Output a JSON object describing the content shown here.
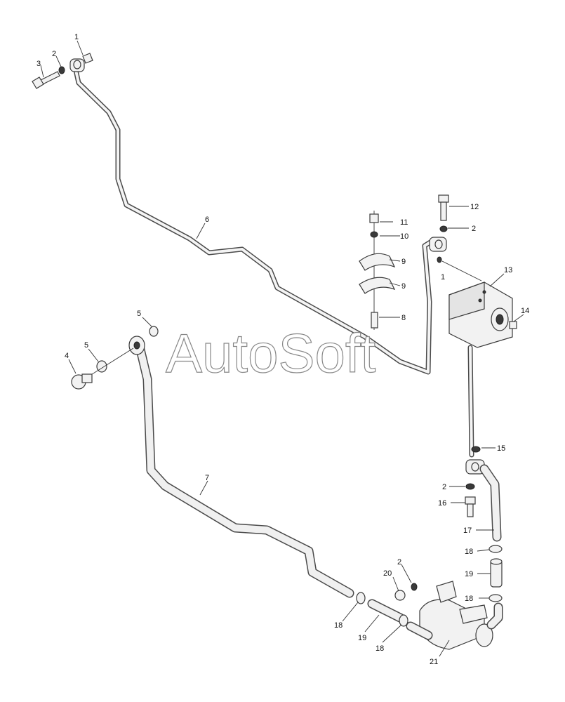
{
  "watermark": "AutoSoft",
  "callouts": [
    {
      "id": "c1a",
      "text": "1"
    },
    {
      "id": "c2a",
      "text": "2"
    },
    {
      "id": "c3",
      "text": "3"
    },
    {
      "id": "c6",
      "text": "6"
    },
    {
      "id": "c11",
      "text": "11"
    },
    {
      "id": "c10",
      "text": "10"
    },
    {
      "id": "c9a",
      "text": "9"
    },
    {
      "id": "c9b",
      "text": "9"
    },
    {
      "id": "c8",
      "text": "8"
    },
    {
      "id": "c12",
      "text": "12"
    },
    {
      "id": "c2b",
      "text": "2"
    },
    {
      "id": "c1b",
      "text": "1"
    },
    {
      "id": "c13",
      "text": "13"
    },
    {
      "id": "c14",
      "text": "14"
    },
    {
      "id": "c5a",
      "text": "5"
    },
    {
      "id": "c5b",
      "text": "5"
    },
    {
      "id": "c4",
      "text": "4"
    },
    {
      "id": "c7",
      "text": "7"
    },
    {
      "id": "c15",
      "text": "15"
    },
    {
      "id": "c2c",
      "text": "2"
    },
    {
      "id": "c16",
      "text": "16"
    },
    {
      "id": "c17",
      "text": "17"
    },
    {
      "id": "c18a",
      "text": "18"
    },
    {
      "id": "c19a",
      "text": "19"
    },
    {
      "id": "c2d",
      "text": "2"
    },
    {
      "id": "c20",
      "text": "20"
    },
    {
      "id": "c18b",
      "text": "18"
    },
    {
      "id": "c18c",
      "text": "18"
    },
    {
      "id": "c19b",
      "text": "19"
    },
    {
      "id": "c18d",
      "text": "18"
    },
    {
      "id": "c21",
      "text": "21"
    }
  ]
}
